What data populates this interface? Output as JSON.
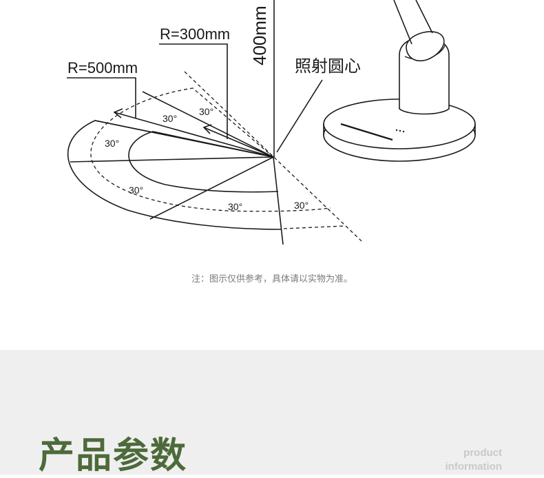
{
  "diagram": {
    "height_label": "400mm",
    "radius_outer_label": "R=500mm",
    "radius_inner_label": "R=300mm",
    "center_label": "照射圆心",
    "angles": [
      "30°",
      "30°",
      "30°",
      "30°",
      "30°",
      "30°"
    ]
  },
  "note": "注：图示仅供参考，具体请以实物为准。",
  "section": {
    "title": "产品参数",
    "subtitle_line1": "product",
    "subtitle_line2": "information"
  },
  "colors": {
    "accent_green": "#4d6a3a",
    "section_bg": "#efefef",
    "line": "#1a1a1a"
  }
}
